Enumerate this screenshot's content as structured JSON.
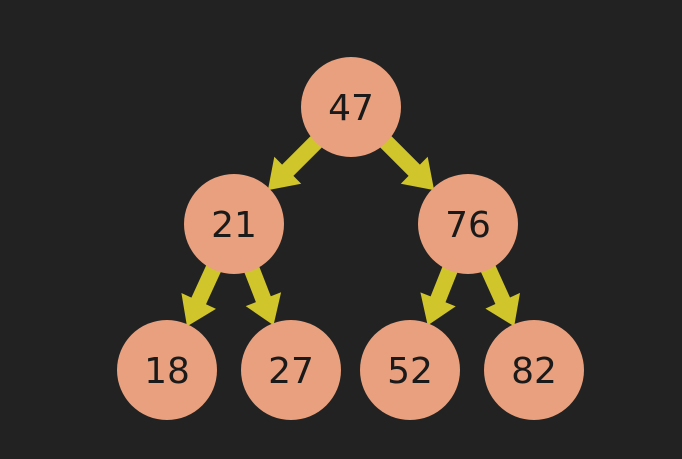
{
  "diagram": {
    "type": "binary-search-tree",
    "colors": {
      "background": "#222222",
      "node_fill": "#e8a07e",
      "edge": "#d1c52c",
      "label": "#1a1a1a"
    },
    "nodes": [
      {
        "id": "n47",
        "label": "47"
      },
      {
        "id": "n21",
        "label": "21"
      },
      {
        "id": "n76",
        "label": "76"
      },
      {
        "id": "n18",
        "label": "18"
      },
      {
        "id": "n27",
        "label": "27"
      },
      {
        "id": "n52",
        "label": "52"
      },
      {
        "id": "n82",
        "label": "82"
      }
    ],
    "edges": [
      {
        "from": "n47",
        "to": "n21"
      },
      {
        "from": "n47",
        "to": "n76"
      },
      {
        "from": "n21",
        "to": "n18"
      },
      {
        "from": "n21",
        "to": "n27"
      },
      {
        "from": "n76",
        "to": "n52"
      },
      {
        "from": "n76",
        "to": "n82"
      }
    ]
  }
}
